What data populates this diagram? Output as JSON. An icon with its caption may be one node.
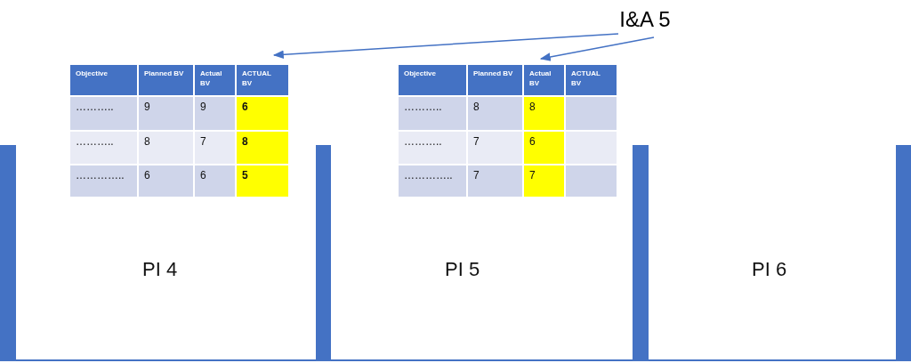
{
  "diagram": {
    "nodes": [
      {
        "text": [
          "I&A 5"
        ]
      },
      {
        "text": [],
        "shape": "box"
      },
      {
        "text": [],
        "shape": "box"
      }
    ],
    "edges": [
      {
        "from": 0,
        "to": 1,
        "arrow": "to"
      },
      {
        "from": 0,
        "to": 2,
        "arrow": "to"
      }
    ],
    "labels": [
      "Objective",
      "Planned BV",
      "Actual BV",
      "ACTUAL BV",
      "………..",
      "9",
      "9",
      "6",
      "………..",
      "8",
      "7",
      "8",
      "…………..",
      "6",
      "6",
      "5",
      "Objective",
      "Planned BV",
      "Actual BV",
      "ACTUAL BV",
      "………..",
      "8",
      "8",
      "………..",
      "7",
      "6",
      "…………..",
      "7",
      "7",
      "PI 4",
      "PI 5",
      "PI 6"
    ]
  }
}
